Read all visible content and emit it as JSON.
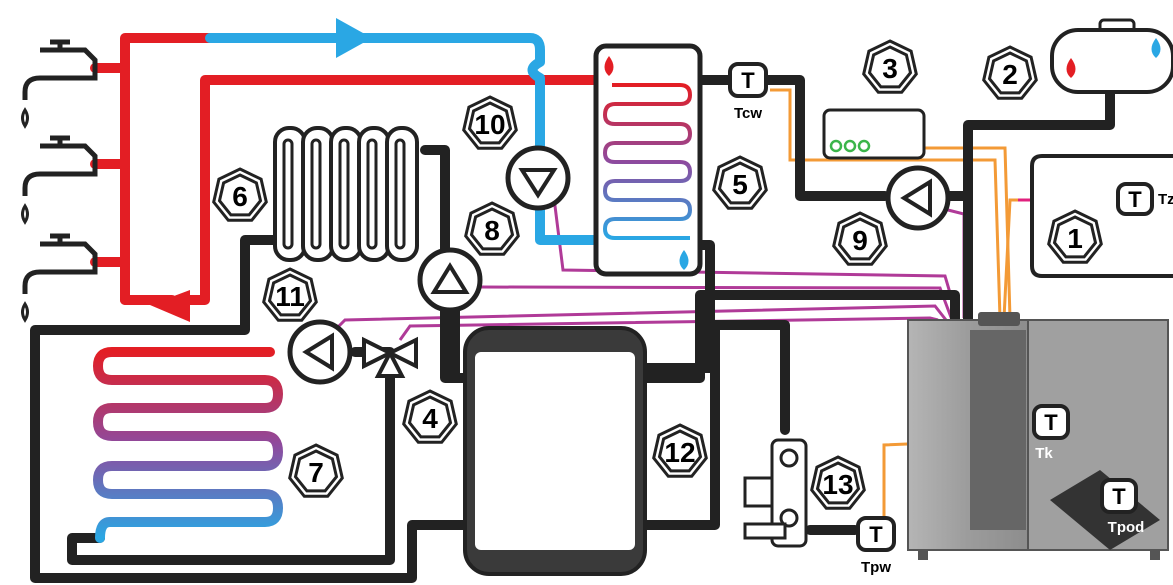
{
  "colors": {
    "hot": "#e31e24",
    "cold": "#2aa7e4",
    "return_pipe": "#222222",
    "signal_orange": "#f39a36",
    "signal_purple": "#b03a98",
    "boiler_body": "#a9a9a9",
    "tank_fill": "#3a3a3a",
    "badge_stroke": "#222222"
  },
  "components": {
    "n1": "1",
    "n2": "2",
    "n3": "3",
    "n4": "4",
    "n5": "5",
    "n6": "6",
    "n7": "7",
    "n8": "8",
    "n9": "9",
    "n10": "10",
    "n11": "11",
    "n12": "12",
    "n13": "13"
  },
  "sensors": {
    "letter": "T",
    "tcw": "Tcw",
    "tz": "Tz",
    "tk": "Tk",
    "tpod": "Tpod",
    "tpw": "Tpw"
  },
  "icons": [
    "tap-icon",
    "pump-icon",
    "three-way-valve-icon",
    "water-drop-icon",
    "temperature-sensor-icon"
  ]
}
